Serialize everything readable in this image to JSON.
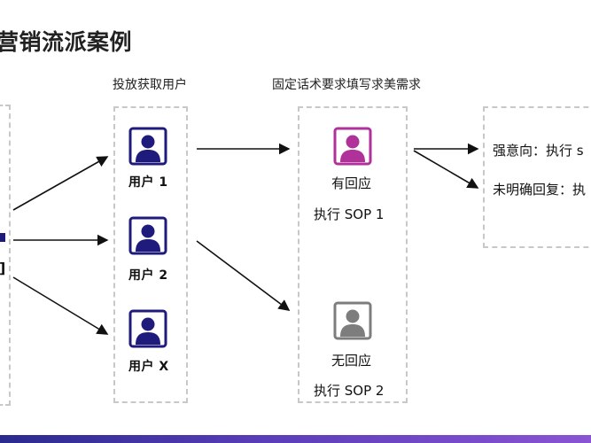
{
  "title": "营销流派案例",
  "columns": {
    "users": "投放获取用户",
    "sop": "固定话术要求填写求美需求"
  },
  "users": [
    {
      "label": "用户 1",
      "icon": "person-icon",
      "color": "#1f1b7c"
    },
    {
      "label": "用户 2",
      "icon": "person-icon",
      "color": "#1f1b7c"
    },
    {
      "label": "用户 X",
      "icon": "person-icon",
      "color": "#1f1b7c"
    }
  ],
  "responses": [
    {
      "status": "有回应",
      "action": "执行 SOP 1",
      "icon": "person-icon",
      "color": "#b0319a"
    },
    {
      "status": "无回应",
      "action": "执行 SOP 2",
      "icon": "person-icon",
      "color": "#7d7d7d"
    }
  ],
  "outcomes": [
    "强意向：执行 s",
    "未明确回复：执"
  ],
  "left_partial": "]"
}
